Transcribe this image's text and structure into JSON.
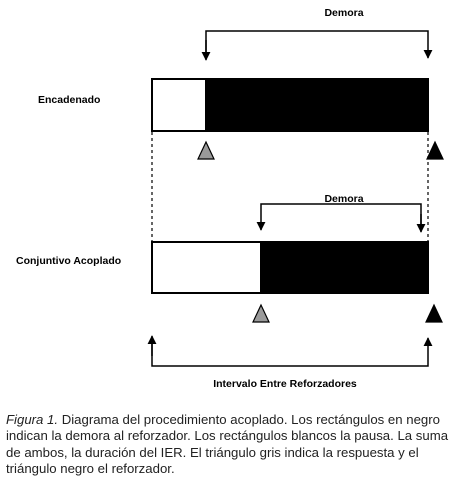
{
  "labels": {
    "delay_top": "Demora",
    "delay_middle": "Demora",
    "chained": "Encadenado",
    "coupled": "Conjuntivo Acoplado",
    "interval": "Intervalo Entre Reforzadores"
  },
  "caption": {
    "figure_label": "Figura 1.",
    "text": " Diagrama del procedimiento acoplado. Los rectángulos en negro indican la demora al reforzador. Los rectángulos blancos la pausa. La suma de ambos, la duración del IER. El triángulo gris indica la respuesta y el triángulo negro el reforzador."
  },
  "colors": {
    "delay_fill": "#000000",
    "pause_fill": "#ffffff",
    "response_triangle": "#9a9a9a",
    "reinforcer_triangle": "#000000"
  },
  "icons": {
    "response": "gray-triangle",
    "reinforcer": "black-triangle"
  }
}
